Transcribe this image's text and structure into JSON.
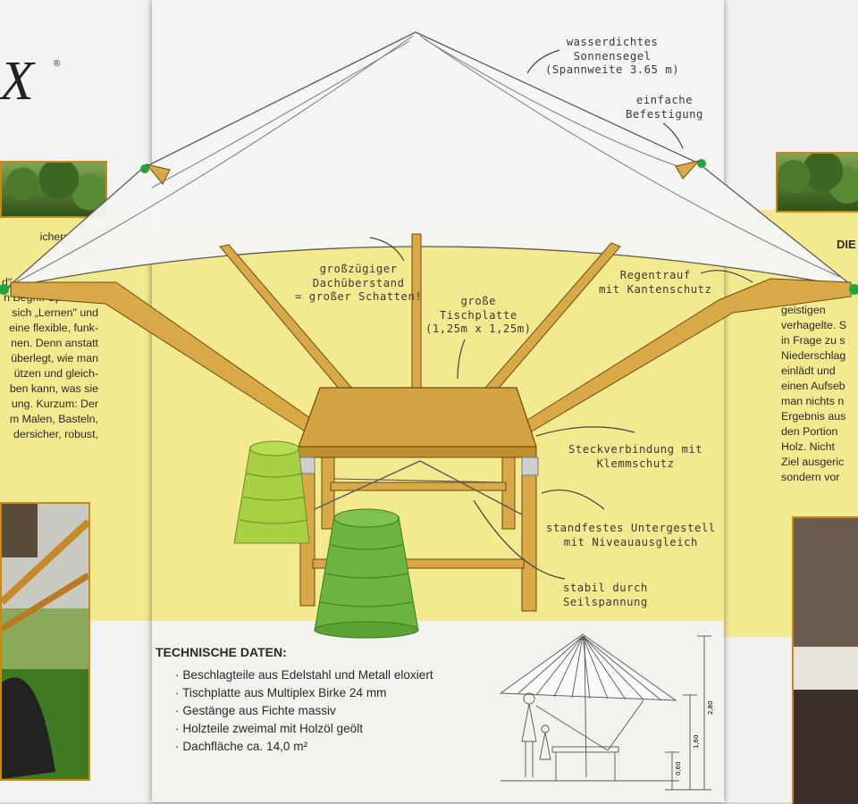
{
  "left_panel": {
    "brand": "X",
    "brand_reg": "®",
    "body_lines": [
      "ichermaßen",
      "rketing.",
      "",
      "d\" und",
      "n Begriff Spielinsel.",
      "sich „Lernen\" und",
      "eine flexible, funk-",
      "nen. Denn anstatt",
      "überlegt, wie man",
      "ützen und gleich-",
      "ben kann, was sie",
      "ung. Kurzum: Der",
      "m Malen, Basteln,",
      "dersicher, robust,"
    ]
  },
  "right_panel": {
    "heading": "DIE",
    "body_lines": [
      "geistigen",
      "verhagelte. S",
      "in Frage zu s",
      "Niederschlag",
      "einlädt und",
      "einen Aufseb",
      "man nichts n",
      "Ergebnis aus",
      "den Portion",
      "Holz. Nicht",
      "Ziel ausgeric",
      "sondern vor"
    ]
  },
  "annotations": {
    "sail": [
      "wasserdichtes",
      "Sonnensegel",
      "(Spannweite 3.65 m)"
    ],
    "fixing": [
      "einfache",
      "Befestigung"
    ],
    "overhang": [
      "großzügiger",
      "Dachüberstand",
      "= großer Schatten!"
    ],
    "tabletop": [
      "große",
      "Tischplatte",
      "(1,25m x 1,25m)"
    ],
    "gutter": [
      "Regentrauf",
      "mit Kantenschutz"
    ],
    "joint": [
      "Steckverbindung mit",
      "Klemmschutz"
    ],
    "base": [
      "standfestes Untergestell",
      "mit Niveauausgleich"
    ],
    "rope": [
      "stabil durch",
      "Seilspannung"
    ]
  },
  "tech": {
    "title": "TECHNISCHE DATEN:",
    "items": [
      "Beschlagteile aus Edelstahl und Metall eloxiert",
      "Tischplatte aus Multiplex Birke 24 mm",
      "Gestänge aus Fichte massiv",
      "Holzteile zweimal mit Holzöl geölt",
      "Dachfläche ca. 14,0 m²"
    ]
  },
  "dimensions": {
    "total": "2,80",
    "mid": "1,60",
    "low": "0,60"
  },
  "colors": {
    "yellow": "#f3e98f",
    "wood": "#d9a948",
    "stool_green": "#6cb43f",
    "stool_light": "#a9cf45"
  }
}
